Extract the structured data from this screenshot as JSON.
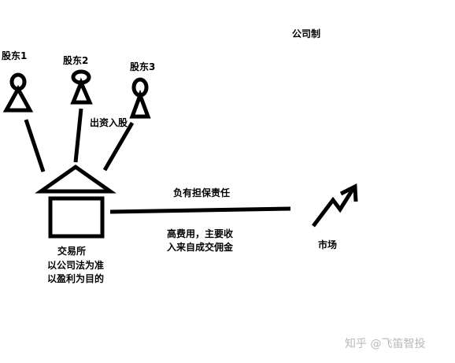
{
  "diagram": {
    "title": "公司制",
    "shareholders": [
      "股东1",
      "股东2",
      "股东3"
    ],
    "invest_label": "出资入股",
    "exchange": {
      "name": "交易所",
      "line1": "以公司法为准",
      "line2": "以盈利为目的"
    },
    "liability_label": "负有担保责任",
    "fee_label": {
      "line1": "高费用，主要收",
      "line2": "入来自成交佣金"
    },
    "market_label": "市场"
  },
  "watermark": "知乎 @飞笛智投",
  "colors": {
    "ink": "#000000",
    "watermark": "#b8b8b8"
  }
}
